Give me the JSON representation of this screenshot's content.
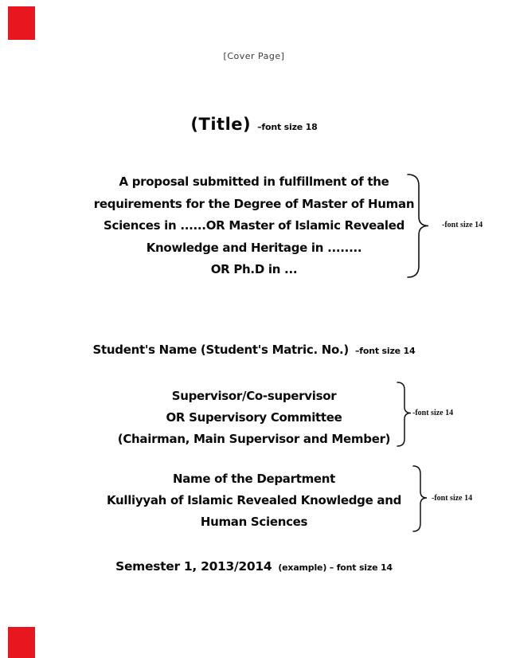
{
  "colors": {
    "accent_red": "#e8161e"
  },
  "cover": {
    "page_label": "[Cover Page]",
    "title": "(Title)",
    "title_annotation": "–font size 18",
    "proposal": {
      "lines": [
        "A proposal submitted in fulfillment of the",
        "requirements for the Degree of Master of Human",
        "Sciences in ......OR Master of Islamic Revealed",
        "Knowledge and Heritage in ........",
        "OR Ph.D in ..."
      ],
      "annotation": "-font size 14"
    },
    "student": {
      "text": "Student's Name (Student's Matric. No.)",
      "annotation": "–font size 14"
    },
    "supervisor": {
      "lines": [
        "Supervisor/Co-supervisor",
        "OR Supervisory Committee",
        "(Chairman, Main Supervisor and Member)"
      ],
      "annotation": "-font size 14"
    },
    "department": {
      "lines": [
        "Name of the Department",
        "Kulliyyah of Islamic Revealed Knowledge and",
        "Human Sciences"
      ],
      "annotation": "-font size 14"
    },
    "semester": {
      "text": "Semester 1, 2013/2014",
      "annotation": "(example) – font size 14"
    }
  }
}
